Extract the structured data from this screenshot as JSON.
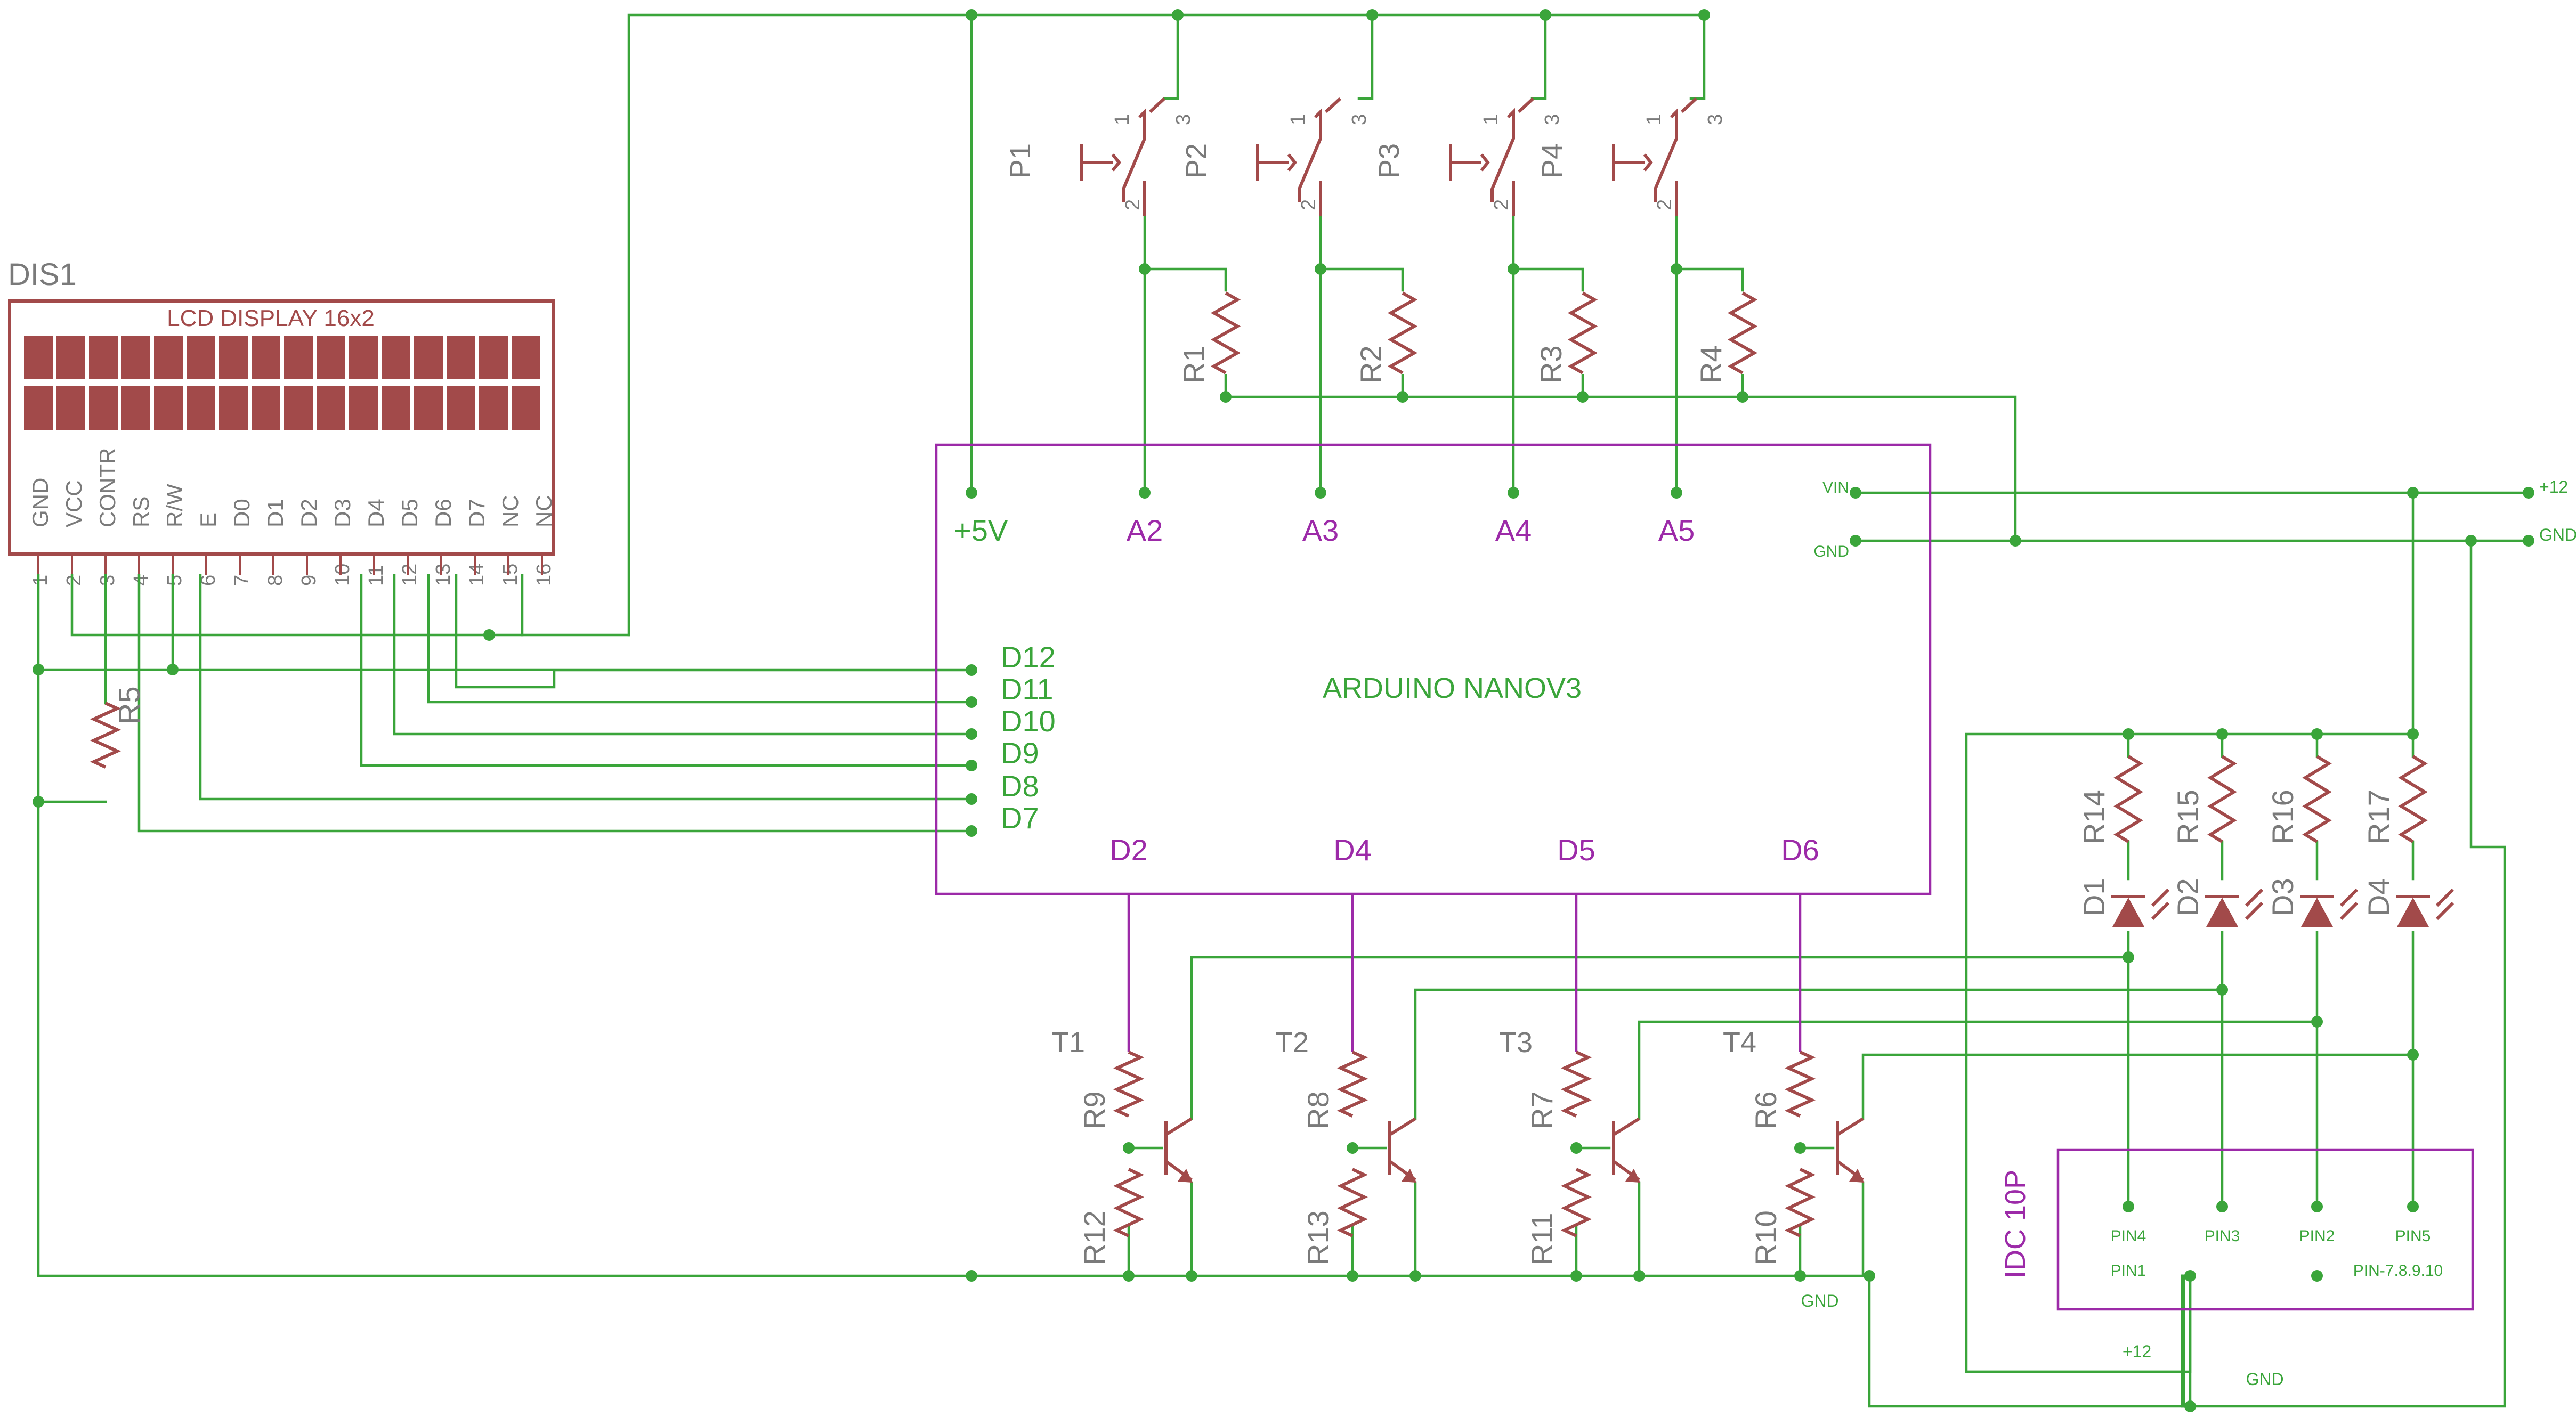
{
  "lcd": {
    "designator": "DIS1",
    "title": "LCD DISPLAY 16x2",
    "pins": [
      "GND",
      "VCC",
      "CONTR",
      "RS",
      "R/W",
      "E",
      "D0",
      "D1",
      "D2",
      "D3",
      "D4",
      "D5",
      "D6",
      "D7",
      "NC",
      "NC"
    ],
    "pin_numbers": [
      "1",
      "2",
      "3",
      "4",
      "5",
      "6",
      "7",
      "8",
      "9",
      "10",
      "11",
      "12",
      "13",
      "14",
      "15",
      "16"
    ]
  },
  "arduino": {
    "name": "ARDUINO NANOV3",
    "top_pins": [
      "+5V",
      "A2",
      "A3",
      "A4",
      "A5"
    ],
    "left_pins": [
      "D12",
      "D11",
      "D10",
      "D9",
      "D8",
      "D7"
    ],
    "bottom_pins": [
      "D2",
      "D4",
      "D5",
      "D6"
    ],
    "right_pins": [
      "VIN",
      "GND"
    ]
  },
  "switches": [
    {
      "name": "P1",
      "pins": [
        "1",
        "2",
        "3"
      ]
    },
    {
      "name": "P2",
      "pins": [
        "1",
        "2",
        "3"
      ]
    },
    {
      "name": "P3",
      "pins": [
        "1",
        "2",
        "3"
      ]
    },
    {
      "name": "P4",
      "pins": [
        "1",
        "2",
        "3"
      ]
    }
  ],
  "resistors_top": [
    "R1",
    "R2",
    "R3",
    "R4"
  ],
  "resistor_lcd": "R5",
  "resistors_base": [
    "R9",
    "R8",
    "R7",
    "R6"
  ],
  "resistors_bias": [
    "R12",
    "R13",
    "R11",
    "R10"
  ],
  "resistors_led": [
    "R14",
    "R15",
    "R16",
    "R17"
  ],
  "leds": [
    "D1",
    "D2",
    "D3",
    "D4"
  ],
  "transistors": [
    "T1",
    "T2",
    "T3",
    "T4"
  ],
  "power_labels": {
    "v12": "+12",
    "gnd": "GND"
  },
  "bottom_gnd_label": "GND",
  "idc": {
    "name": "IDC 10P",
    "pins": [
      "PIN4",
      "PIN3",
      "PIN2",
      "PIN5"
    ],
    "pin1": "PIN1",
    "pin_gnd": "PIN-7.8.9.10",
    "label_12": "+12",
    "label_gnd": "GND"
  }
}
